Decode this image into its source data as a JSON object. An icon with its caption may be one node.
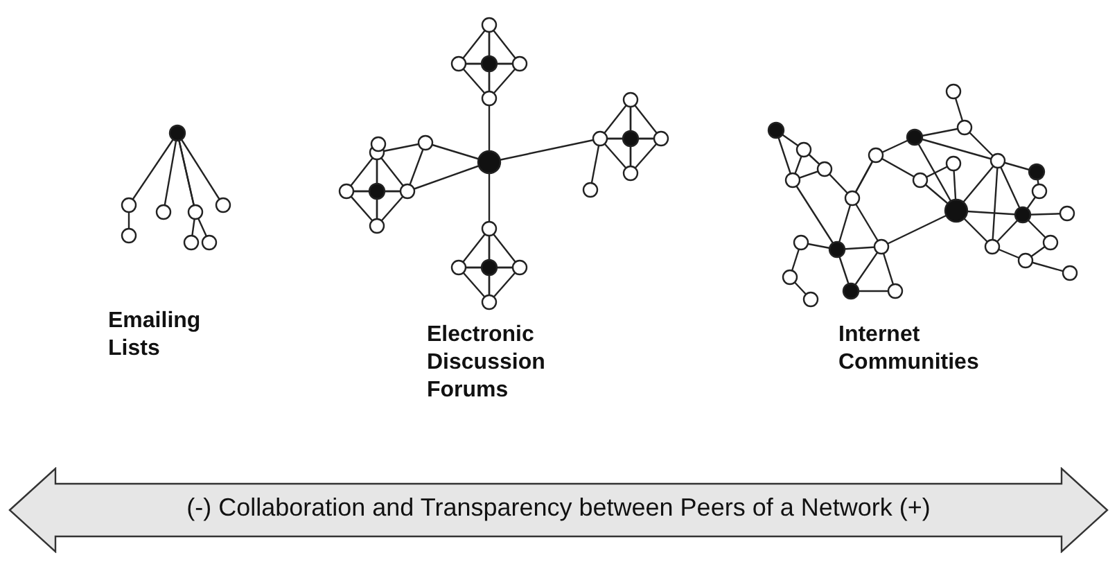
{
  "diagram": {
    "nodes": [
      {
        "text": [],
        "shape": "picture",
        "beside": [
          "Emailing Lists"
        ]
      },
      {
        "text": [],
        "shape": "picture",
        "beside": [
          "Electronic Discussion Forums"
        ]
      },
      {
        "text": [],
        "shape": "picture",
        "beside": [
          "Internet Communities"
        ]
      },
      {
        "text": [
          "(-) Collaboration and Transparency between Peers of a Network (+)"
        ]
      }
    ]
  }
}
